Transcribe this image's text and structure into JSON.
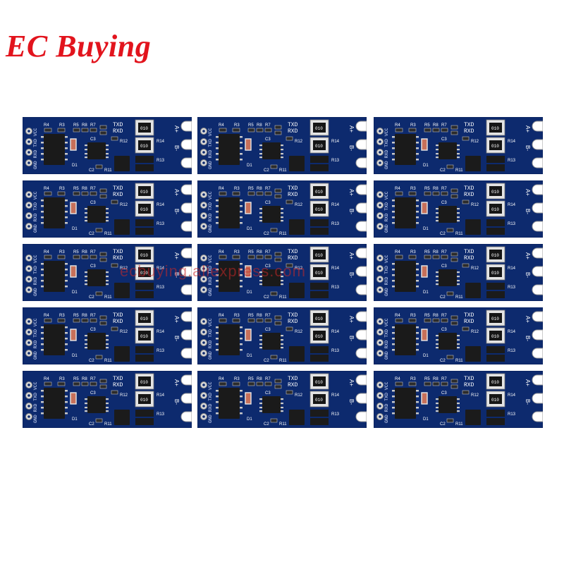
{
  "brand": {
    "title": "EC Buying",
    "color": "#e2141d"
  },
  "watermark": "ecbuying.aliexpress.com",
  "product": {
    "board_color": "#0d2a6e",
    "rows": 5,
    "cols": 3,
    "labels": {
      "txd": "TXD",
      "rxd": "RXD",
      "a_plus": "A+",
      "b_minus": "B-",
      "pins": "GND RXD TXD VCC",
      "r4": "R4",
      "r3": "R3",
      "r5": "R5",
      "r8": "R8",
      "r7": "R7",
      "r12": "R12",
      "r14": "R14",
      "r13": "R13",
      "r11": "R11",
      "c2": "C2",
      "c3": "C3",
      "d1": "D1",
      "chip_mark": "010"
    }
  }
}
